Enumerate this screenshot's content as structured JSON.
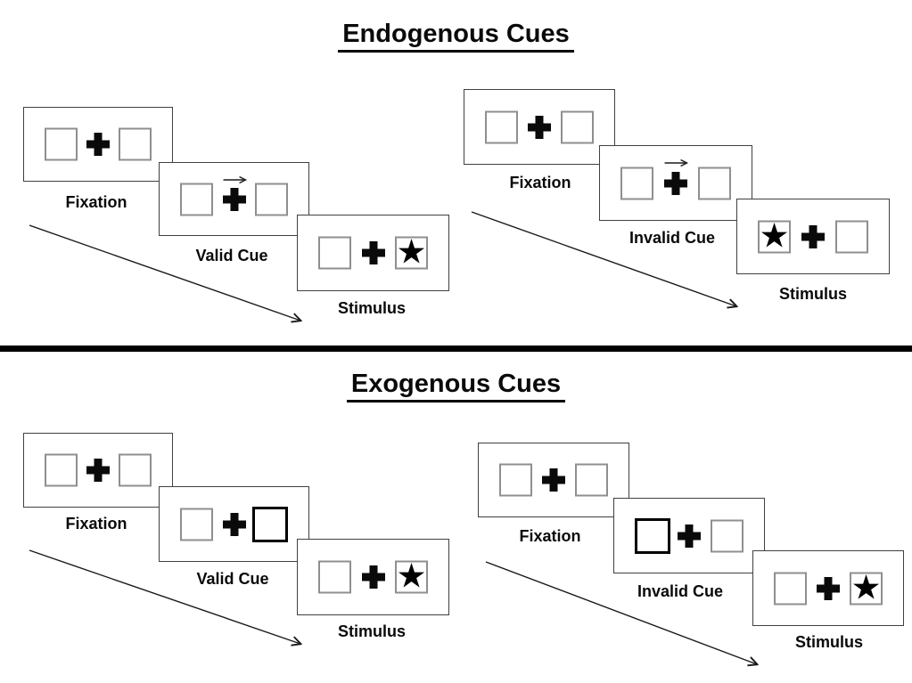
{
  "endogenous": {
    "title": "Endogenous Cues",
    "valid": {
      "fixation_label": "Fixation",
      "cue_label": "Valid Cue",
      "stimulus_label": "Stimulus",
      "cue_icon": "central-arrow-right",
      "stimulus_side": "right"
    },
    "invalid": {
      "fixation_label": "Fixation",
      "cue_label": "Invalid Cue",
      "stimulus_label": "Stimulus",
      "cue_icon": "central-arrow-right",
      "stimulus_side": "left"
    }
  },
  "exogenous": {
    "title": "Exogenous Cues",
    "valid": {
      "fixation_label": "Fixation",
      "cue_label": "Valid Cue",
      "stimulus_label": "Stimulus",
      "cue_icon": "peripheral-highlight-box-right",
      "stimulus_side": "right"
    },
    "invalid": {
      "fixation_label": "Fixation",
      "cue_label": "Invalid Cue",
      "stimulus_label": "Stimulus",
      "cue_icon": "peripheral-highlight-box-left",
      "stimulus_side": "right"
    }
  },
  "glyphs": {
    "star": "★"
  },
  "colors": {
    "ink": "#000000",
    "panel_border": "#404040",
    "placeholder_box_border": "#8f8f8f",
    "divider": "#000000"
  }
}
